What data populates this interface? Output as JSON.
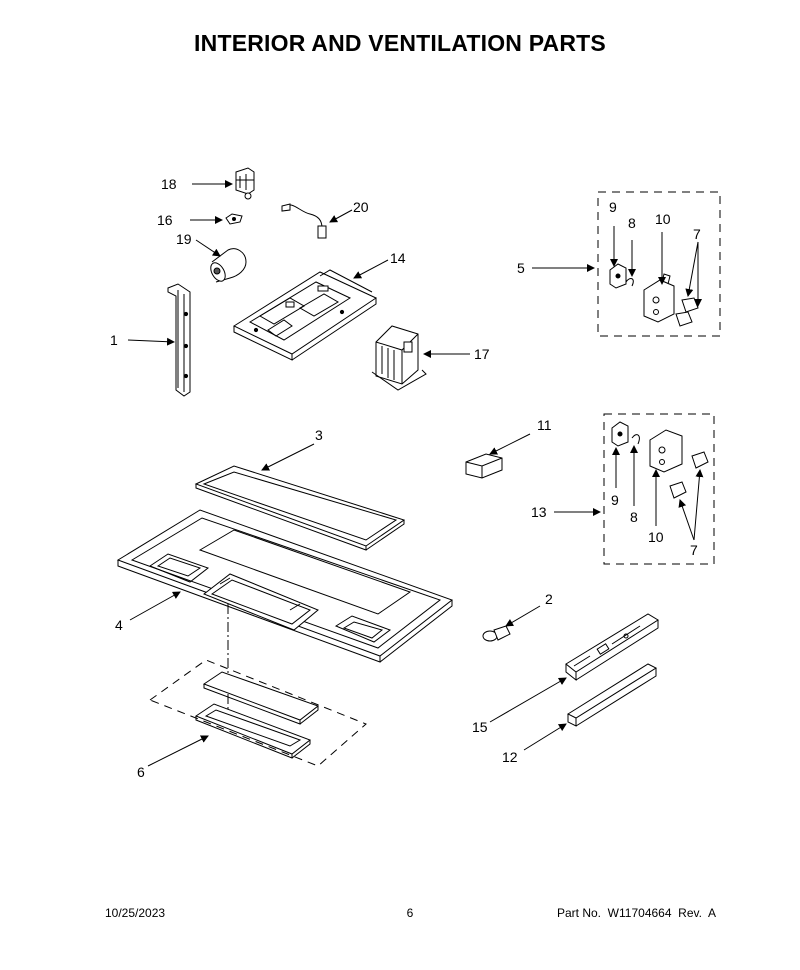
{
  "page": {
    "title": "INTERIOR AND VENTILATION PARTS",
    "footer": {
      "date": "10/25/2023",
      "page_number": "6",
      "part_number": "Part No.  W11704664  Rev.  A"
    }
  },
  "callouts": {
    "c1": "1",
    "c2": "2",
    "c3": "3",
    "c4": "4",
    "c5": "5",
    "c6": "6",
    "c7a": "7",
    "c7b": "7",
    "c8a": "8",
    "c8b": "8",
    "c9a": "9",
    "c9b": "9",
    "c10a": "10",
    "c10b": "10",
    "c11": "11",
    "c12": "12",
    "c13": "13",
    "c14": "14",
    "c15": "15",
    "c16": "16",
    "c17": "17",
    "c18": "18",
    "c19": "19",
    "c20": "20"
  }
}
